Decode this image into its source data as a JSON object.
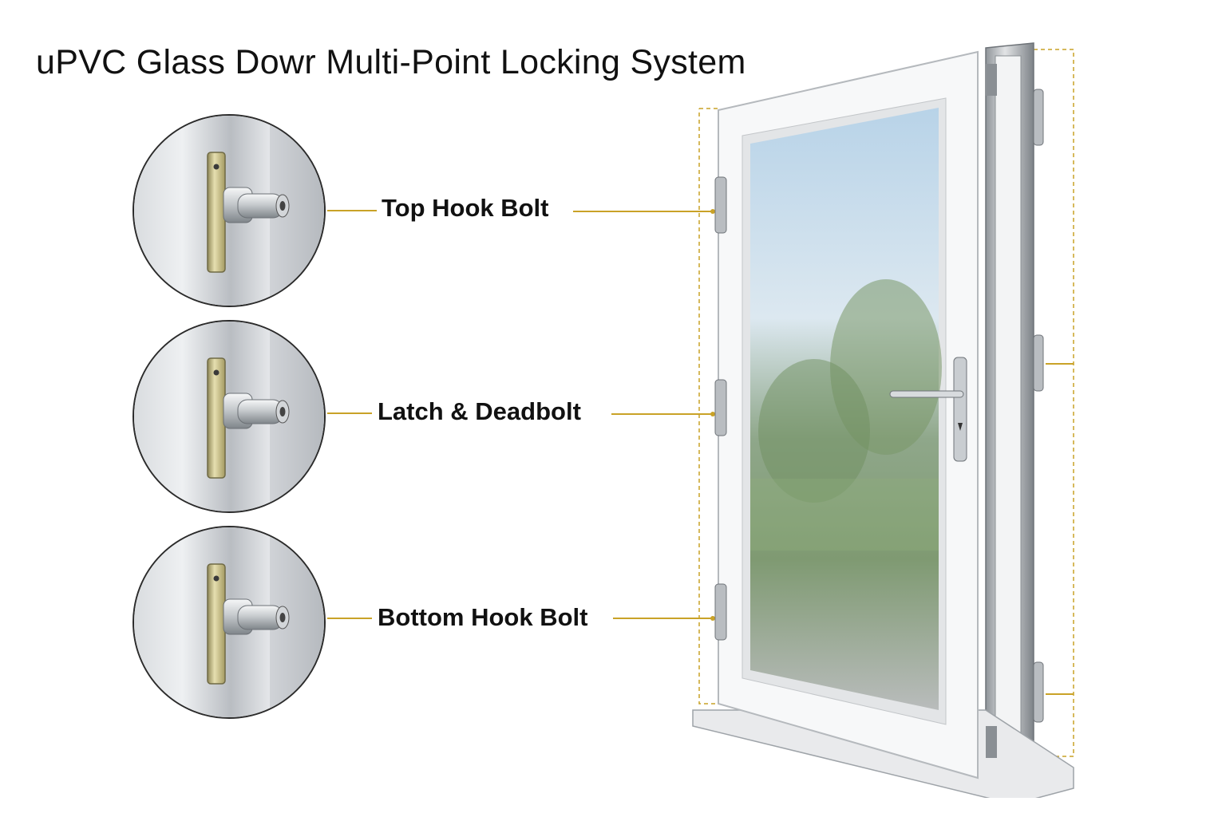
{
  "title": "uPVC Glass Dowr Multi-Point Locking System",
  "callouts": [
    {
      "label": "Top Hook Bolt"
    },
    {
      "label": "Latch & Deadbolt"
    },
    {
      "label": "Bottom Hook Bolt"
    }
  ],
  "colors": {
    "leader": "#c9a227",
    "brass": "#c8bf8a",
    "frame": "#f2f3f4",
    "metal": "#a9adb2"
  },
  "icons": {
    "hook_bolt": "hook-bolt-icon",
    "door": "door-icon",
    "handle": "door-handle-icon"
  }
}
